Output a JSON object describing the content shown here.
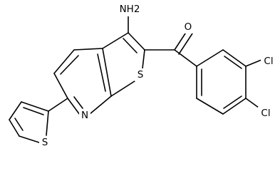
{
  "molecule": {
    "atom_labels": {
      "amino": "NH2",
      "ketone_oxygen": "O",
      "thienopyridine_sulfur": "S",
      "thiophene_sulfur": "S",
      "pyridine_nitrogen": "N",
      "chlorine_meta": "Cl",
      "chlorine_para": "Cl"
    }
  }
}
